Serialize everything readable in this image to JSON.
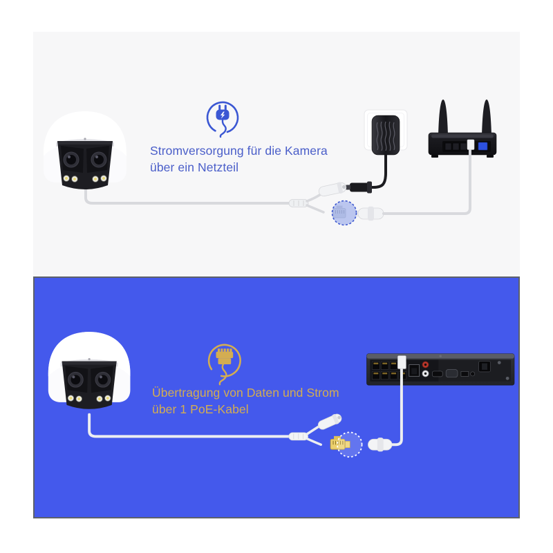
{
  "page": {
    "background": "#ffffff"
  },
  "sections": {
    "power": {
      "background": "#f7f7f8",
      "accent": "#4a5ec9",
      "icon": "power-plug-icon",
      "icon_color": "#3b57d3",
      "caption_line1": "Stromversorgung für die Kamera",
      "caption_line2": "über ein Netzteil",
      "highlight_circle_color": "#3c57cf",
      "illustrations": [
        "dual-lens-camera",
        "wall-outlet",
        "power-adapter",
        "wifi-router",
        "y-splitter-cable",
        "dc-plug-connection",
        "ethernet-coupler-highlight"
      ]
    },
    "poe": {
      "background": "#4459ec",
      "border": "#5d616b",
      "accent": "#d3ad52",
      "icon": "ethernet-plug-icon",
      "icon_color": "#d3ad52",
      "caption_line1": "Übertragung von Daten und Strom",
      "caption_line2": "über 1 PoE-Kabel",
      "highlight_circle_color": "#ffffff",
      "illustrations": [
        "dual-lens-camera",
        "poe-nvr-8-ports",
        "y-splitter-cable",
        "poe-ethernet-connector-highlight"
      ]
    }
  }
}
